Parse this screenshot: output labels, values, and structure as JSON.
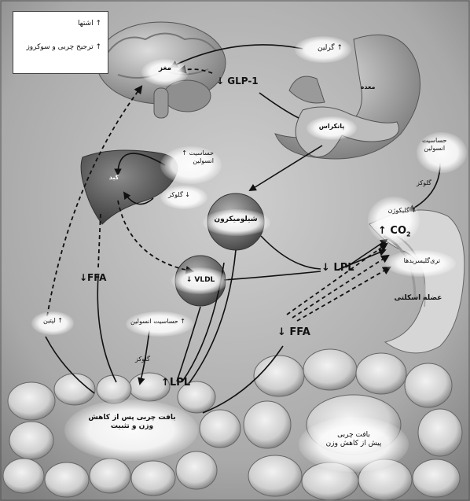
{
  "legend": {
    "appetite": "↑ اشتها",
    "preference": "↑ ترجیح چربی و سوکروز"
  },
  "organs": {
    "brain": "مغز",
    "stomach": "معده",
    "pancreas": "پانکراس",
    "liver": "کبد",
    "chylomicron": "شیلومیکرون",
    "muscle": "عضله اسکلتی",
    "adipose_after": [
      "بافت چربی پس از کاهش",
      "وزن و تثبیت"
    ],
    "adipose_before": [
      "بافت چربی",
      "پیش از کاهش وزن"
    ]
  },
  "signals": {
    "ghrelin": "↑ گرلین",
    "glp1": "↓ GLP-1",
    "liver_insulin_sens": [
      "حساسیت ↑",
      "انسولین"
    ],
    "liver_glucose": "↓ گلوکز",
    "ffa_liver": "↓FFA",
    "vldl": "↓ VLDL",
    "leptin": "↑ لپتین",
    "adipose_insulin_sens": "↑ حساسیت انسولین",
    "adipose_glucose": "گلوکز",
    "lpl_adipose": "↑LPL",
    "lpl_muscle": "↓ LPL",
    "ffa_muscle": "↓ FFA",
    "muscle_insulin_sens": [
      "حساسیت",
      "انسولین"
    ],
    "muscle_glucose": "گلوکز",
    "glycogen": "↑ گلیکوژن",
    "co2": "↑ CO",
    "co2_sub": "2",
    "triglycerides": "تری‌گلیسریدها"
  }
}
